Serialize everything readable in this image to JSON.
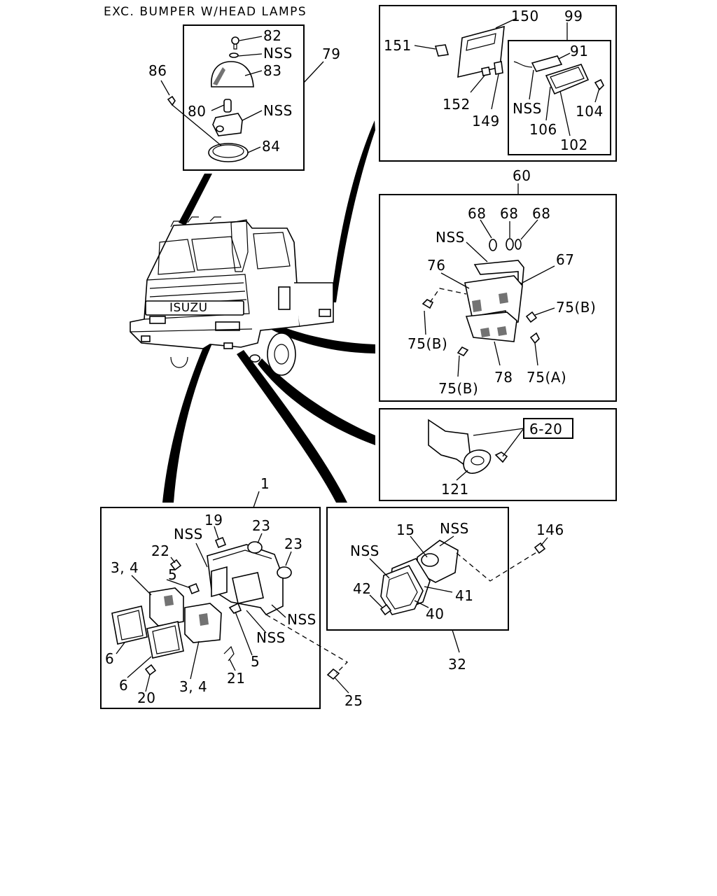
{
  "heading": "EXC. BUMPER W/HEAD LAMPS",
  "truck": {
    "badge": "ISUZU"
  },
  "groups": {
    "roof_lamp": {
      "group_no": "79",
      "parts": {
        "p82": "82",
        "p_nss_a": "NSS",
        "p83": "83",
        "p80": "80",
        "p_nss_b": "NSS",
        "p84": "84",
        "p86": "86"
      }
    },
    "marker_lamp": {
      "parts": {
        "p151": "151",
        "p150": "150",
        "p99": "99",
        "p91": "91",
        "p_nss": "NSS",
        "p104": "104",
        "p152": "152",
        "p149": "149",
        "p106": "106",
        "p102": "102"
      }
    },
    "rear_combination_lamp": {
      "group_no": "60",
      "parts": {
        "p68a": "68",
        "p68b": "68",
        "p68c": "68",
        "p_nss": "NSS",
        "p76": "76",
        "p67": "67",
        "p75b_right": "75(B)",
        "p75b_left": "75(B)",
        "p75b_bottom": "75(B)",
        "p78": "78",
        "p75a": "75(A)"
      }
    },
    "bracket": {
      "parts": {
        "ref": "6-20",
        "p121": "121"
      }
    },
    "headlamp": {
      "group_no": "1",
      "parts": {
        "p19": "19",
        "p_nss_top": "NSS",
        "p23a": "23",
        "p22": "22",
        "p23b": "23",
        "p34a": "3, 4",
        "p5a": "5",
        "p_nss_right": "NSS",
        "p_nss_mid": "NSS",
        "p6a": "6",
        "p5b": "5",
        "p6b": "6",
        "p21": "21",
        "p20": "20",
        "p34b": "3, 4",
        "p25": "25"
      }
    },
    "side_lamp": {
      "group_no": "32",
      "parts": {
        "p15": "15",
        "p_nss_right": "NSS",
        "p_nss_left": "NSS",
        "p42": "42",
        "p41": "41",
        "p40": "40",
        "p146": "146"
      }
    }
  }
}
